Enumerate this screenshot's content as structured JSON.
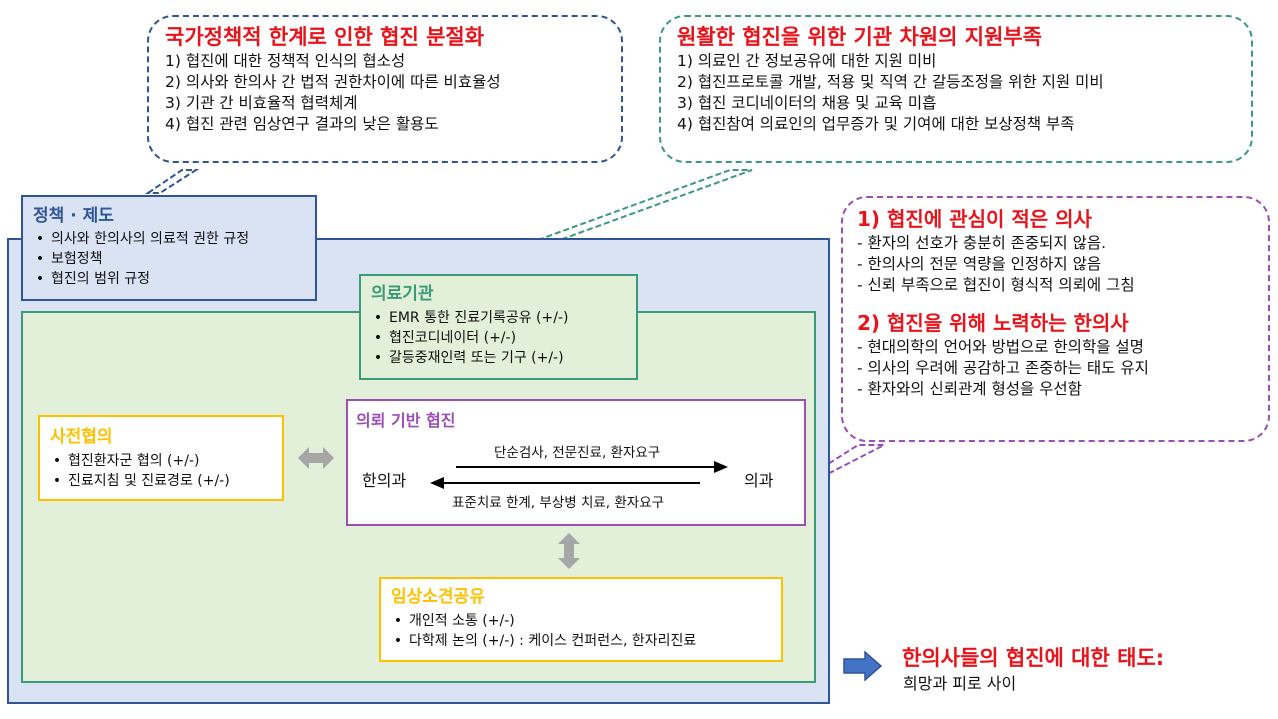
{
  "colors": {
    "blue_border": "#2f5597",
    "outer_fill": "#dae3f3",
    "green_border": "#3a9a7a",
    "inner_fill": "#e2efd9",
    "purple": "#9b4fb5",
    "orange": "#ffc000",
    "red": "#e8141b",
    "arrow_gray": "#a6a6a6",
    "arrow_blue": "#4472c4"
  },
  "bubble_policy": {
    "title": "국가정책적 한계로 인한 협진 분절화",
    "lines": [
      "1) 협진에 대한 정책적 인식의 협소성",
      "2) 의사와 한의사 간 법적 권한차이에 따른 비효율성",
      "3) 기관 간 비효율적 협력체계",
      "4) 협진 관련 임상연구 결과의 낮은 활용도"
    ]
  },
  "bubble_institution": {
    "title": "원활한 협진을 위한 기관 차원의 지원부족",
    "lines": [
      "1) 의료인 간 정보공유에 대한 지원 미비",
      "2) 협진프로토콜 개발, 적용 및 직역 간 갈등조정을 위한 지원 미비",
      "3) 협진 코디네이터의 채용 및 교육 미흡",
      "4) 협진참여 의료인의 업무증가 및 기여에 대한 보상정책 부족"
    ]
  },
  "bubble_attitude": {
    "title1": "1) 협진에 관심이 적은 의사",
    "lines1": [
      "- 환자의 선호가 충분히 존중되지 않음.",
      "- 한의사의 전문 역량을 인정하지 않음",
      "- 신뢰 부족으로 협진이 형식적 의뢰에 그침"
    ],
    "title2": "2) 협진을 위해 노력하는 한의사",
    "lines2": [
      "- 현대의학의 언어와 방법으로 한의학을 설명",
      "- 의사의 우려에 공감하고 존중하는 태도 유지",
      "- 환자와의 신뢰관계 형성을 우선함"
    ]
  },
  "policy_box": {
    "title": "정책 · 제도",
    "items": [
      "의사와 한의사의 의료적 권한 규정",
      "보험정책",
      "협진의 범위 규정"
    ]
  },
  "institution_box": {
    "title": "의료기관",
    "items": [
      "EMR 통한 진료기록공유 (+/-)",
      "협진코디네이터 (+/-)",
      "갈등중재인력 또는 기구 (+/-)"
    ]
  },
  "pre_consult_box": {
    "title": "사전협의",
    "items": [
      "협진환자군 협의 (+/-)",
      "진료지침 및 진료경로 (+/-)"
    ]
  },
  "referral_box": {
    "title": "의뢰 기반 협진",
    "left": "한의과",
    "right": "의과",
    "top_flow": "단순검사, 전문진료, 환자요구",
    "bottom_flow": "표준치료 한계, 부상병 치료, 환자요구"
  },
  "clinical_box": {
    "title": "임상소견공유",
    "items": [
      "개인적 소통 (+/-)",
      "다학제 논의 (+/-) : 케이스 컨퍼런스, 한자리진료"
    ]
  },
  "conclusion": {
    "title": "한의사들의 협진에 대한 태도:",
    "subtitle": "희망과 피로 사이"
  }
}
